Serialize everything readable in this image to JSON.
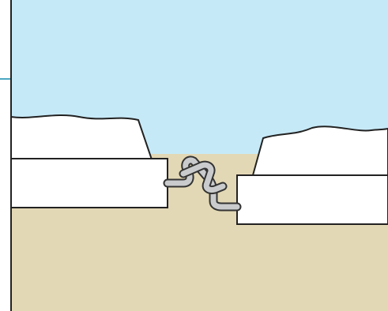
{
  "diagram": {
    "description_labels": [],
    "colors": {
      "sky": "#c6e9f7",
      "ground": "#e3d8b5",
      "ice": "#ffffff",
      "outline": "#222222",
      "chain": "#c9cbcc",
      "chain_outline": "#333333",
      "accent_line": "#4aa7c2"
    },
    "elements": {
      "left_ice_mound": "ice-mound",
      "right_ice_mound": "ice-mound",
      "left_block": "concrete-block",
      "right_block": "concrete-block",
      "connector": "chain-link"
    }
  }
}
